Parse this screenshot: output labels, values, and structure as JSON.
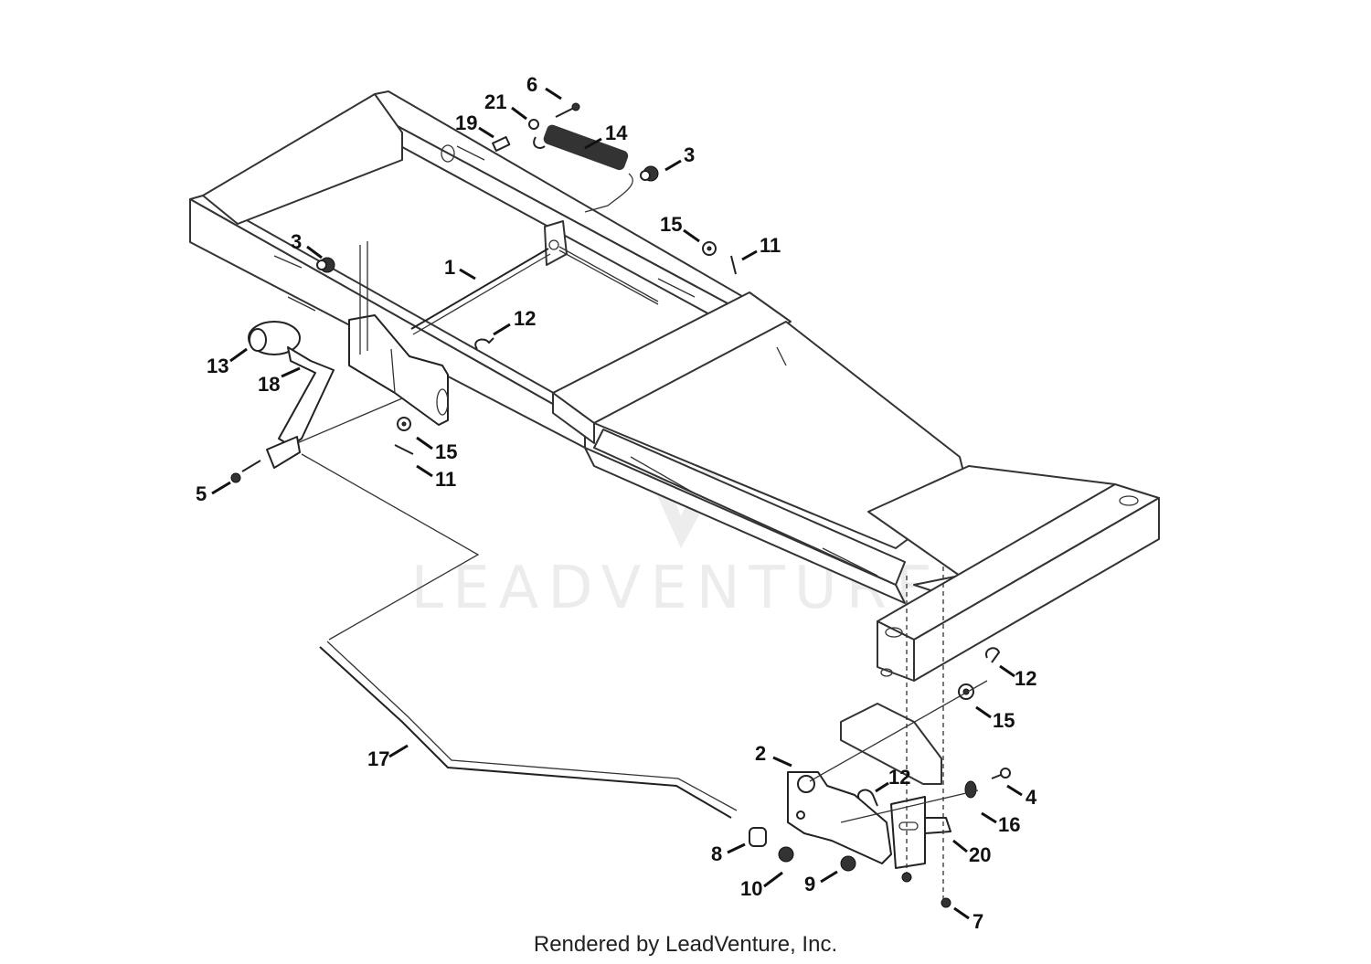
{
  "watermark": "LEADVENTURE",
  "footer": "Rendered by LeadVenture, Inc.",
  "callouts": [
    {
      "id": "6",
      "label": "6"
    },
    {
      "id": "21",
      "label": "21"
    },
    {
      "id": "19",
      "label": "19"
    },
    {
      "id": "14",
      "label": "14"
    },
    {
      "id": "3a",
      "label": "3"
    },
    {
      "id": "15a",
      "label": "15"
    },
    {
      "id": "11a",
      "label": "11"
    },
    {
      "id": "3b",
      "label": "3"
    },
    {
      "id": "1",
      "label": "1"
    },
    {
      "id": "12a",
      "label": "12"
    },
    {
      "id": "13",
      "label": "13"
    },
    {
      "id": "18",
      "label": "18"
    },
    {
      "id": "15b",
      "label": "15"
    },
    {
      "id": "11b",
      "label": "11"
    },
    {
      "id": "5",
      "label": "5"
    },
    {
      "id": "12b",
      "label": "12"
    },
    {
      "id": "15c",
      "label": "15"
    },
    {
      "id": "17",
      "label": "17"
    },
    {
      "id": "2",
      "label": "2"
    },
    {
      "id": "12c",
      "label": "12"
    },
    {
      "id": "4",
      "label": "4"
    },
    {
      "id": "16",
      "label": "16"
    },
    {
      "id": "20",
      "label": "20"
    },
    {
      "id": "8",
      "label": "8"
    },
    {
      "id": "10",
      "label": "10"
    },
    {
      "id": "9",
      "label": "9"
    },
    {
      "id": "7",
      "label": "7"
    }
  ]
}
